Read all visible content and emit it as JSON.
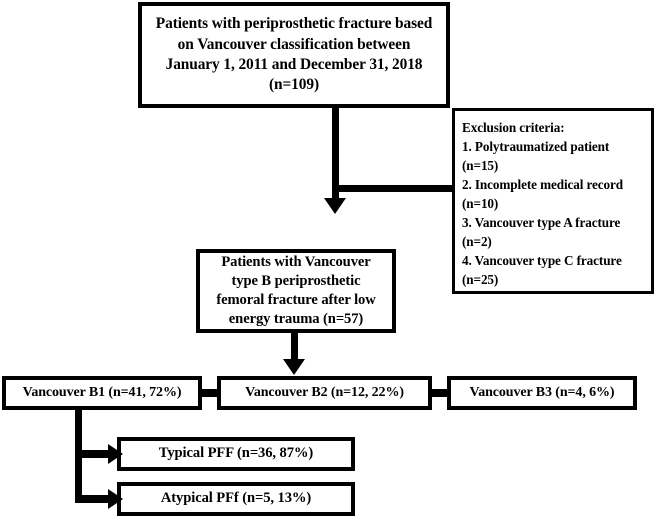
{
  "diagram": {
    "title": "Patient selection flow diagram for periprosthetic femoral fracture study",
    "colors": {
      "stroke": "#000000",
      "background": "#ffffff",
      "text": "#000000"
    },
    "nodes": {
      "cohort": {
        "label": "Patients with periprosthetic fracture based\non Vancouver classification between\nJanuary 1, 2011 and December 31, 2018\n(n=109)",
        "count": 109
      },
      "exclusion": {
        "label": "Exclusion criteria:\n1. Polytraumatized patient\n(n=15)\n2. Incomplete medical record\n(n=10)\n3. Vancouver type A fracture\n(n=2)\n4. Vancouver type C fracture\n(n=25)",
        "heading": "Exclusion criteria:",
        "items": [
          {
            "index": "1.",
            "reason": "Polytraumatized patient",
            "count_label": "(n=15)",
            "count": 15
          },
          {
            "index": "2.",
            "reason": "Incomplete medical record",
            "count_label": "(n=10)",
            "count": 10
          },
          {
            "index": "3.",
            "reason": "Vancouver type A fracture",
            "count_label": "(n=2)",
            "count": 2
          },
          {
            "index": "4.",
            "reason": "Vancouver type C fracture",
            "count_label": "(n=25)",
            "count": 25
          }
        ]
      },
      "type_b": {
        "label": "Patients with Vancouver\ntype B periprosthetic\nfemoral fracture after low\nenergy trauma (n=57)",
        "count": 57
      },
      "b1": {
        "label": "Vancouver B1 (n=41, 72%)",
        "count": 41,
        "percent": "72%"
      },
      "b2": {
        "label": "Vancouver B2 (n=12, 22%)",
        "count": 12,
        "percent": "22%"
      },
      "b3": {
        "label": "Vancouver B3 (n=4, 6%)",
        "count": 4,
        "percent": "6%"
      },
      "typical": {
        "label": "Typical PFF (n=36, 87%)",
        "count": 36,
        "percent": "87%"
      },
      "atypical": {
        "label": "Atypical PFf (n=5, 13%)",
        "count": 5,
        "percent": "13%"
      }
    },
    "connectors": [
      {
        "name": "cohort-to-type-b",
        "from": "cohort",
        "to": "type_b",
        "style": "arrow-down"
      },
      {
        "name": "cohort-to-exclusion",
        "from": "cohort",
        "to": "exclusion",
        "style": "elbow-right"
      },
      {
        "name": "type-b-to-b2",
        "from": "type_b",
        "to": "b2",
        "style": "arrow-down"
      },
      {
        "name": "b1-to-b2",
        "from": "b1",
        "to": "b2",
        "style": "line"
      },
      {
        "name": "b2-to-b3",
        "from": "b2",
        "to": "b3",
        "style": "line"
      },
      {
        "name": "b1-to-typical",
        "from": "b1",
        "to": "typical",
        "style": "elbow-right-arrow"
      },
      {
        "name": "b1-to-atypical",
        "from": "b1",
        "to": "atypical",
        "style": "elbow-right-arrow"
      }
    ]
  }
}
